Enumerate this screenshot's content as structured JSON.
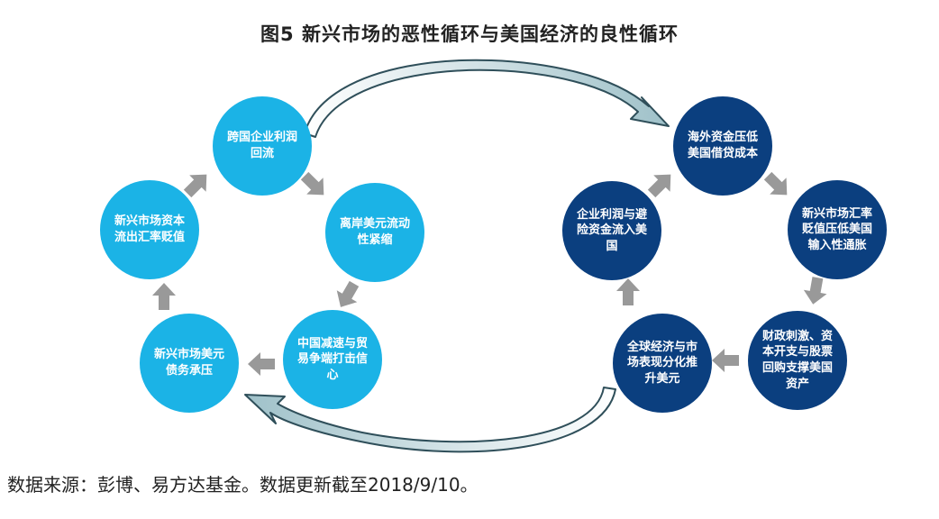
{
  "title": "图5 新兴市场的恶性循环与美国经济的良性循环",
  "left_cycle": {
    "node1": "跨国企业利润回流",
    "node2": "离岸美元流动性紧缩",
    "node3": "中国减速与贸易争端打击信心",
    "node4": "新兴市场美元债务承压",
    "node5": "新兴市场资本流出汇率贬值"
  },
  "right_cycle": {
    "node1": "海外资金压低美国借贷成本",
    "node2": "新兴市场汇率贬值压低美国输入性通胀",
    "node3": "财政刺激、资本开支与股票回购支撑美国资产",
    "node4": "全球经济与市场表现分化推升美元",
    "node5": "企业利润与避险资金流入美国"
  },
  "source": "数据来源：彭博、易方达基金。数据更新截至2018/9/10。",
  "colors": {
    "light_node": "#1bb3e6",
    "dark_node": "#0b3f7f",
    "arrow": "#999999"
  }
}
